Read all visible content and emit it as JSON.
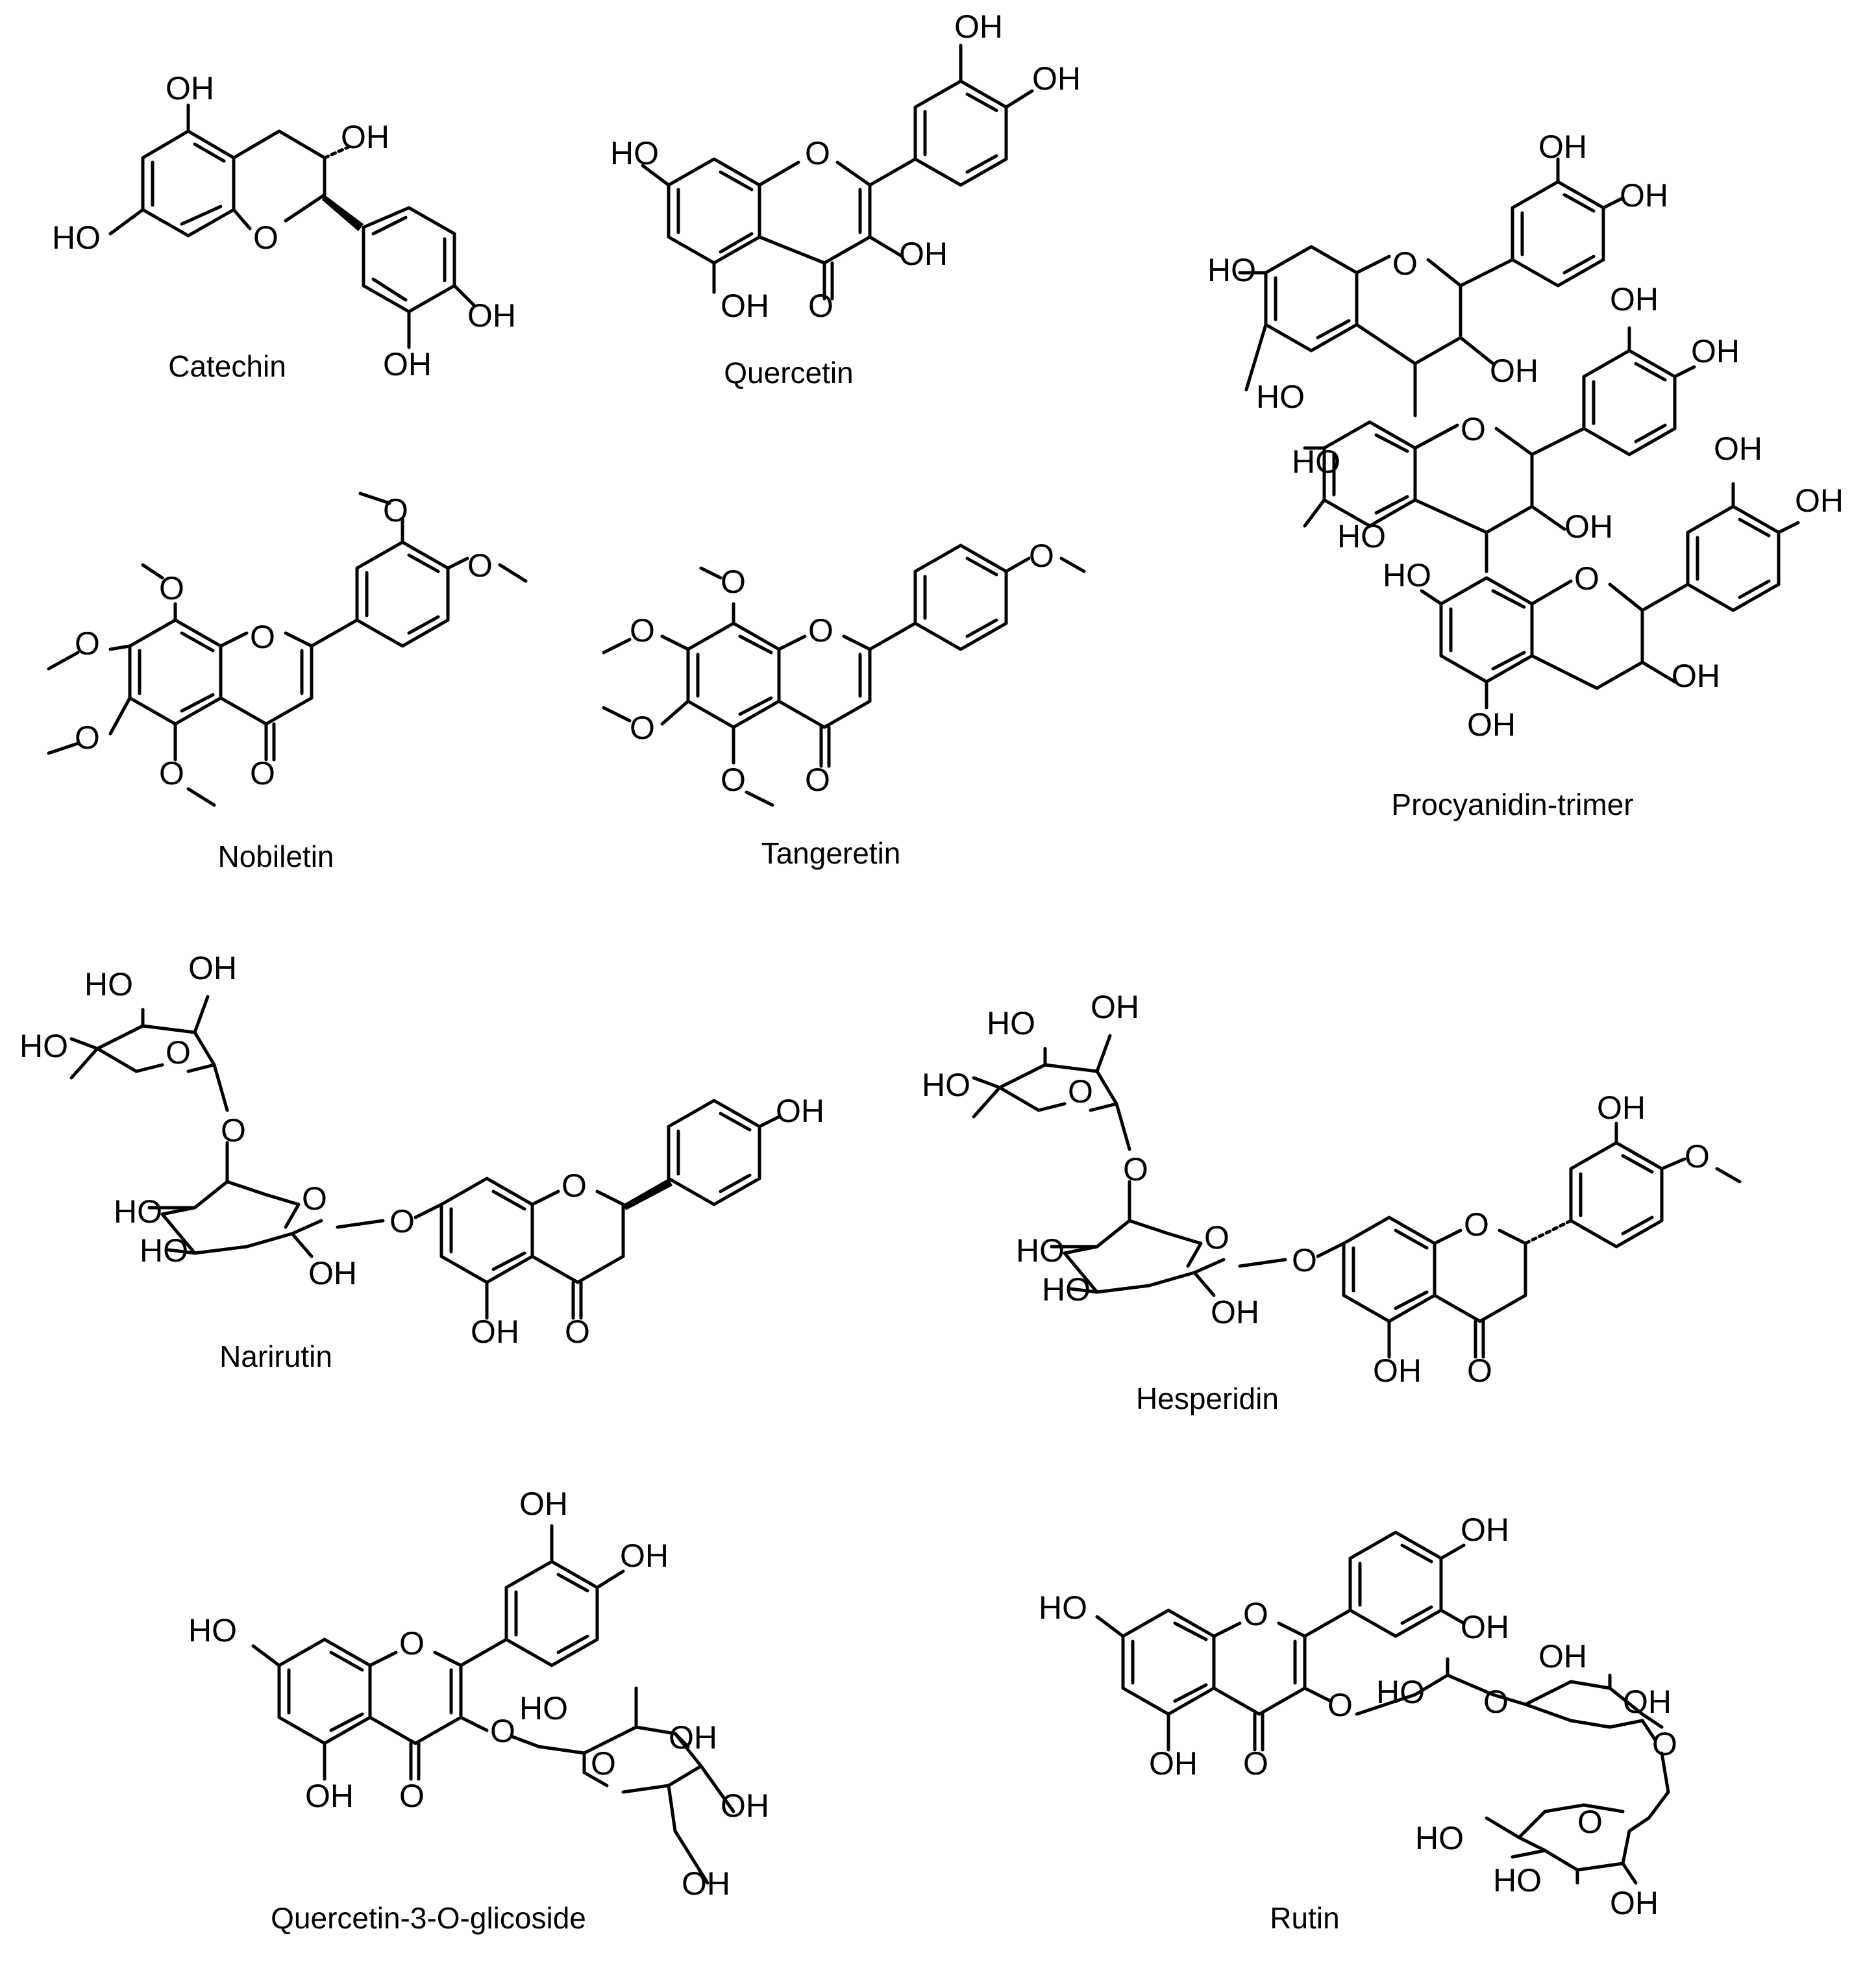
{
  "colors": {
    "ink": "#000000",
    "background": "#ffffff"
  },
  "compounds": [
    {
      "name": "Catechin"
    },
    {
      "name": "Quercetin"
    },
    {
      "name": "Procyanidin-trimer"
    },
    {
      "name": "Nobiletin"
    },
    {
      "name": "Tangeretin"
    },
    {
      "name": "Narirutin"
    },
    {
      "name": "Hesperidin"
    },
    {
      "name": "Quercetin-3-O-glicoside"
    },
    {
      "name": "Rutin"
    }
  ],
  "atom_labels": {
    "hydroxyl": "OH",
    "hydroxyl_left": "HO",
    "oxygen": "O"
  }
}
